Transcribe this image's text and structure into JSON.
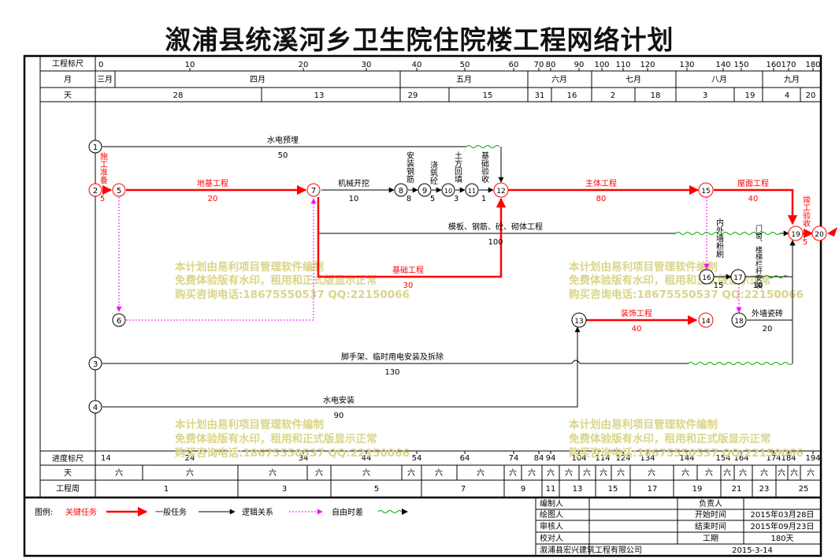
{
  "title": "溆浦县统溪河乡卫生院住院楼工程网络计划",
  "header": {
    "scale_label": "工程标尺",
    "month_label": "月",
    "day_label": "天",
    "scale_ticks": [
      "0",
      "10",
      "20",
      "30",
      "40",
      "50",
      "60",
      "70",
      "80",
      "90",
      "100",
      "110",
      "120",
      "130",
      "140",
      "150",
      "160",
      "170",
      "180"
    ],
    "months": [
      "三月",
      "四月",
      "五月",
      "六月",
      "七月",
      "八月",
      "九月"
    ],
    "days": [
      "28",
      "13",
      "29",
      "15",
      "31",
      "16",
      "2",
      "18",
      "3",
      "19",
      "4",
      "20"
    ]
  },
  "footer": {
    "progress_label": "进度标尺",
    "day_label": "天",
    "week_label": "工程周",
    "progress_ticks": [
      "14",
      "24",
      "34",
      "44",
      "54",
      "64",
      "74",
      "84",
      "94",
      "104",
      "114",
      "124",
      "134",
      "144",
      "154",
      "164",
      "174",
      "184",
      "194"
    ],
    "weekday_text": "六",
    "weeks": [
      "1",
      "3",
      "5",
      "7",
      "9",
      "11",
      "13",
      "15",
      "17",
      "19",
      "21",
      "23",
      "25"
    ]
  },
  "nodes": [
    "1",
    "2",
    "3",
    "4",
    "5",
    "6",
    "7",
    "8",
    "9",
    "10",
    "11",
    "12",
    "13",
    "14",
    "15",
    "16",
    "17",
    "18",
    "19",
    "20"
  ],
  "tasks": {
    "water_pre": {
      "name": "水电预埋",
      "dur": "50"
    },
    "prep": {
      "name": "施工准备",
      "dur": "5"
    },
    "foundation": {
      "name": "地基工程",
      "dur": "20"
    },
    "excavation": {
      "name": "机械开挖",
      "dur": "10"
    },
    "rebar": {
      "name": "安装钢筋",
      "dur": "8"
    },
    "pour": {
      "name": "浇筑砼",
      "dur": "5"
    },
    "backfill": {
      "name": "土方回填",
      "dur": "3"
    },
    "accept": {
      "name": "基础验收",
      "dur": "1"
    },
    "main": {
      "name": "主体工程",
      "dur": "80"
    },
    "roof": {
      "name": "屋面工程",
      "dur": "40"
    },
    "complete": {
      "name": "竣工验收",
      "dur": "5"
    },
    "formwork": {
      "name": "模板、钢筋、砼、砌体工程",
      "dur": "100"
    },
    "base_work": {
      "name": "基础工程",
      "dur": "30"
    },
    "plaster": {
      "name": "内外墙粉刷",
      "dur": "15"
    },
    "doors": {
      "name": "门窗、楼梯栏杆安装",
      "dur": "10"
    },
    "decor": {
      "name": "装饰工程",
      "dur": "40"
    },
    "tile": {
      "name": "外墙瓷砖",
      "dur": "20"
    },
    "scaffold": {
      "name": "脚手架、临时用电安装及拆除",
      "dur": "130"
    },
    "water_inst": {
      "name": "水电安装",
      "dur": "90"
    }
  },
  "watermark": {
    "line1": "本计划由易利项目管理软件编制",
    "line2": "免费体验版有水印，租用和正式版显示正常",
    "line3": "购买咨询电话:18675550537 QQ:22150066"
  },
  "legend": {
    "label": "图例:",
    "critical": "关键任务",
    "general": "一般任务",
    "logic": "逻辑关系",
    "float": "自由时差"
  },
  "info": {
    "compiler": "编制人",
    "drafter": "绘图人",
    "reviewer": "审核人",
    "checker": "校对人",
    "responsible": "负责人",
    "start_label": "开始时间",
    "start_value": "2015年03月28日",
    "end_label": "结束时间",
    "end_value": "2015年09月23日",
    "period_label": "工期",
    "period_value": "180天",
    "company": "溆浦县宏兴建筑工程有限公司",
    "date": "2015-3-14"
  },
  "colors": {
    "critical": "#ff0000",
    "general": "#000000",
    "float": "#ff00ff",
    "free": "#00aa00",
    "watermark": "#d9d58a"
  }
}
